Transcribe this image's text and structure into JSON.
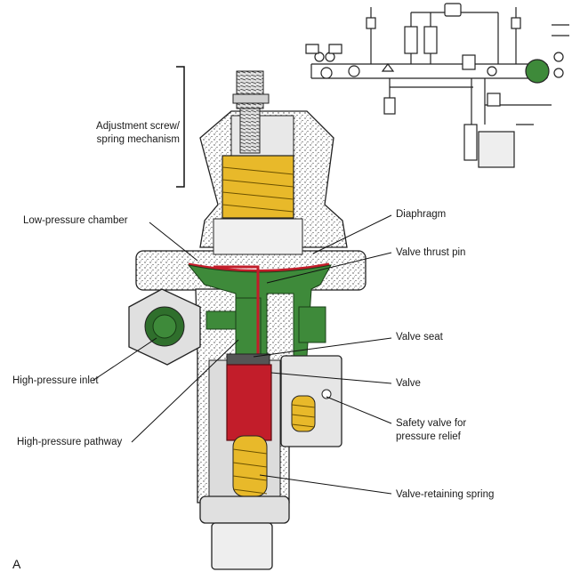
{
  "panel_label": "A",
  "labels": {
    "adjustment_screw": "Adjustment screw/",
    "adjustment_screw_2": "spring mechanism",
    "low_pressure_chamber": "Low-pressure chamber",
    "diaphragm": "Diaphragm",
    "valve_thrust_pin": "Valve thrust pin",
    "valve_seat": "Valve seat",
    "high_pressure_inlet": "High-pressure inlet",
    "valve": "Valve",
    "safety_valve": "Safety valve for",
    "safety_valve_2": "pressure relief",
    "high_pressure_pathway": "High-pressure pathway",
    "valve_retaining_spring": "Valve-retaining spring"
  },
  "colors": {
    "high_pressure_green": "#3e8a3a",
    "valve_red": "#c21d2a",
    "spring_yellow": "#e8b92a",
    "body_gray": "#d9d9d9",
    "stipple": "#555555"
  }
}
